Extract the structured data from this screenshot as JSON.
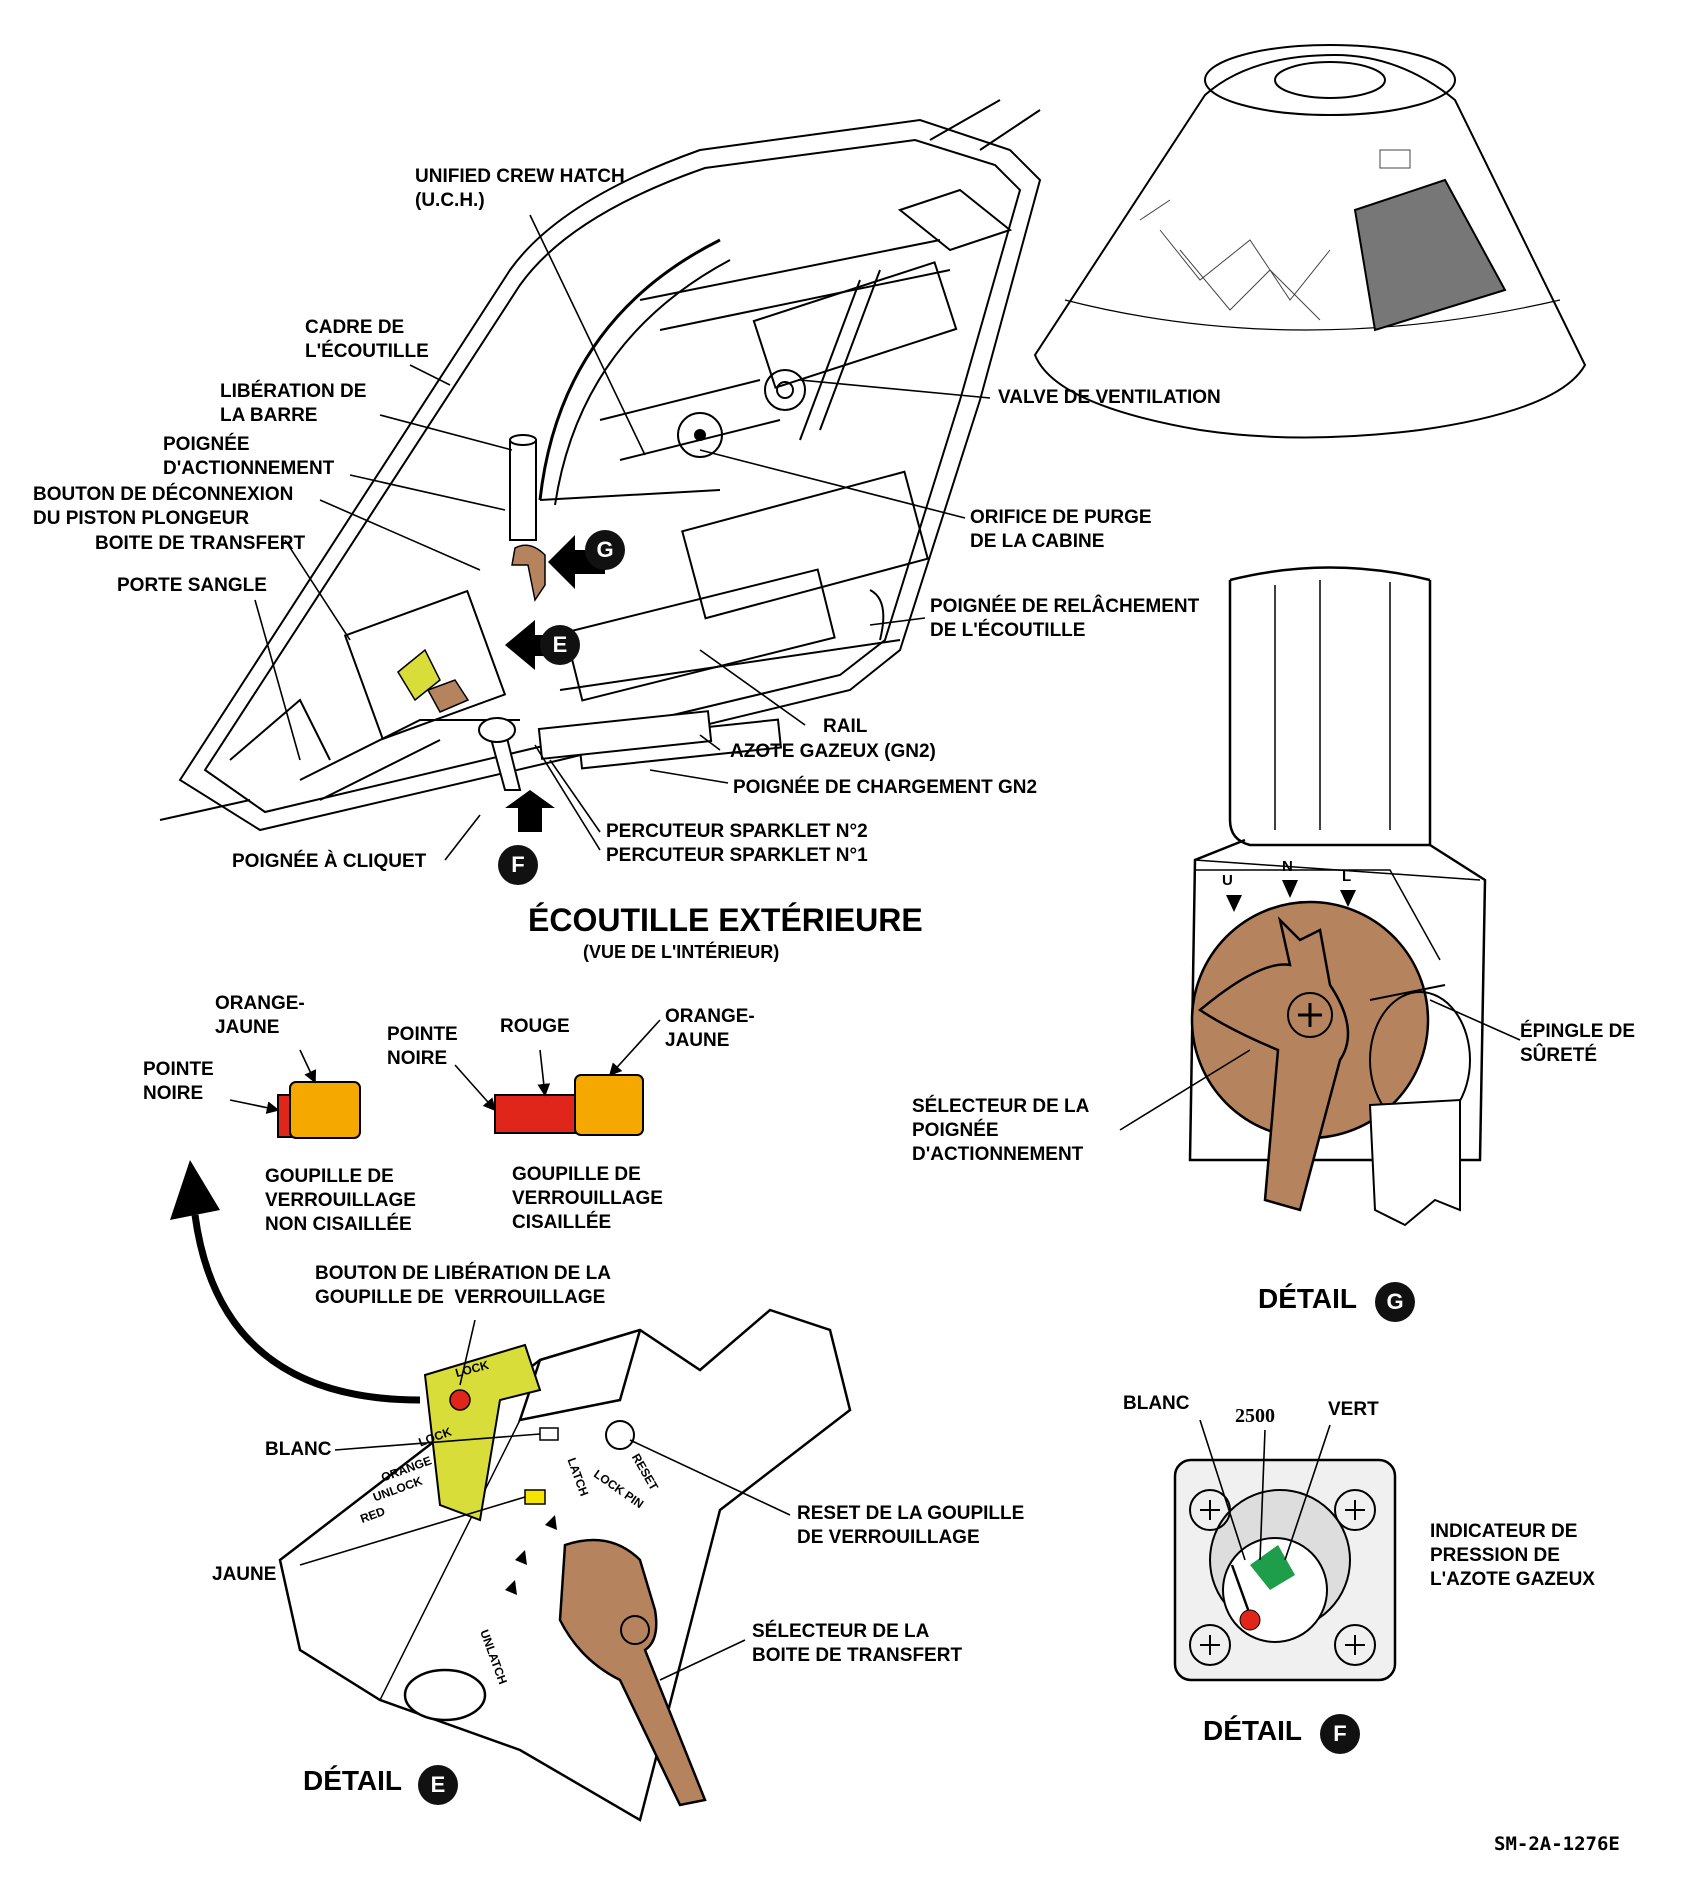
{
  "main_view": {
    "title": "ÉCOUTILLE EXTÉRIEURE",
    "subtitle": "(VUE DE L'INTÉRIEUR)",
    "badges": {
      "g": "G",
      "e": "E",
      "f": "F"
    },
    "labels": {
      "uch": "UNIFIED CREW HATCH\n(U.C.H.)",
      "frame": "CADRE DE\nL'ÉCOUTILLE",
      "bar_release": "LIBÉRATION DE\nLA BARRE",
      "actuator_handle": "POIGNÉE\nD'ACTIONNEMENT",
      "plunger_button": "BOUTON DE DÉCONNEXION\nDU PISTON PLONGEUR",
      "gearbox": "BOITE DE TRANSFERT",
      "strap_holder": "PORTE SANGLE",
      "vent_valve": "VALVE DE VENTILATION",
      "purge_port": "ORIFICE DE PURGE\nDE LA CABINE",
      "release_handle": "POIGNÉE DE RELÂCHEMENT\nDE L'ÉCOUTILLE",
      "rail": "RAIL",
      "gn2": "AZOTE GAZEUX (GN2)",
      "gn2_handle": "POIGNÉE DE CHARGEMENT GN2",
      "sparklet": "PERCUTEUR SPARKLET N°2\nPERCUTEUR SPARKLET N°1",
      "ratchet": "POIGNÉE À CLIQUET"
    }
  },
  "pins": {
    "unsheared": {
      "color_label": "ORANGE-\nJAUNE",
      "tip_label": "POINTE\nNOIRE",
      "caption": "GOUPILLE DE\nVERROUILLAGE\nNON CISAILLÉE"
    },
    "sheared": {
      "tip_label": "POINTE\nNOIRE",
      "red_label": "ROUGE",
      "color_label": "ORANGE-\nJAUNE",
      "caption": "GOUPILLE DE\nVERROUILLAGE\nCISAILLÉE"
    }
  },
  "detail_e": {
    "title": "DÉTAIL",
    "badge": "E",
    "labels": {
      "release_button": "BOUTON DE LIBÉRATION DE LA\nGOUPILLE DE  VERROUILLAGE",
      "white": "BLANC",
      "yellow": "JAUNE",
      "reset": "RESET DE LA GOUPILLE\nDE VERROUILLAGE",
      "selector": "SÉLECTEUR DE LA\nBOITE DE TRANSFERT"
    },
    "device_text": {
      "lock": "LOCK",
      "orange": "ORANGE",
      "unlock": "UNLOCK",
      "red": "RED",
      "latch": "LATCH",
      "unlatch": "UNLATCH",
      "reset": "RESET",
      "lock_pin": "LOCK PIN"
    }
  },
  "detail_g": {
    "title": "DÉTAIL",
    "badge": "G",
    "dial": {
      "u": "U",
      "n": "N",
      "l": "L"
    },
    "labels": {
      "safety_pin": "ÉPINGLE DE\nSÛRETÉ",
      "selector": "SÉLECTEUR DE LA\nPOIGNÉE\nD'ACTIONNEMENT"
    }
  },
  "detail_f": {
    "title": "DÉTAIL",
    "badge": "F",
    "labels": {
      "white": "BLANC",
      "value": "2500",
      "green": "VERT",
      "gauge": "INDICATEUR DE\nPRESSION DE\nL'AZOTE GAZEUX"
    }
  },
  "drawing_code": "SM-2A-1276E",
  "colors": {
    "brown": "#b5845e",
    "orange_yellow": "#f5a800",
    "red": "#e0251b",
    "yellow_green": "#d9dd3a",
    "green": "#1e9e4a"
  }
}
